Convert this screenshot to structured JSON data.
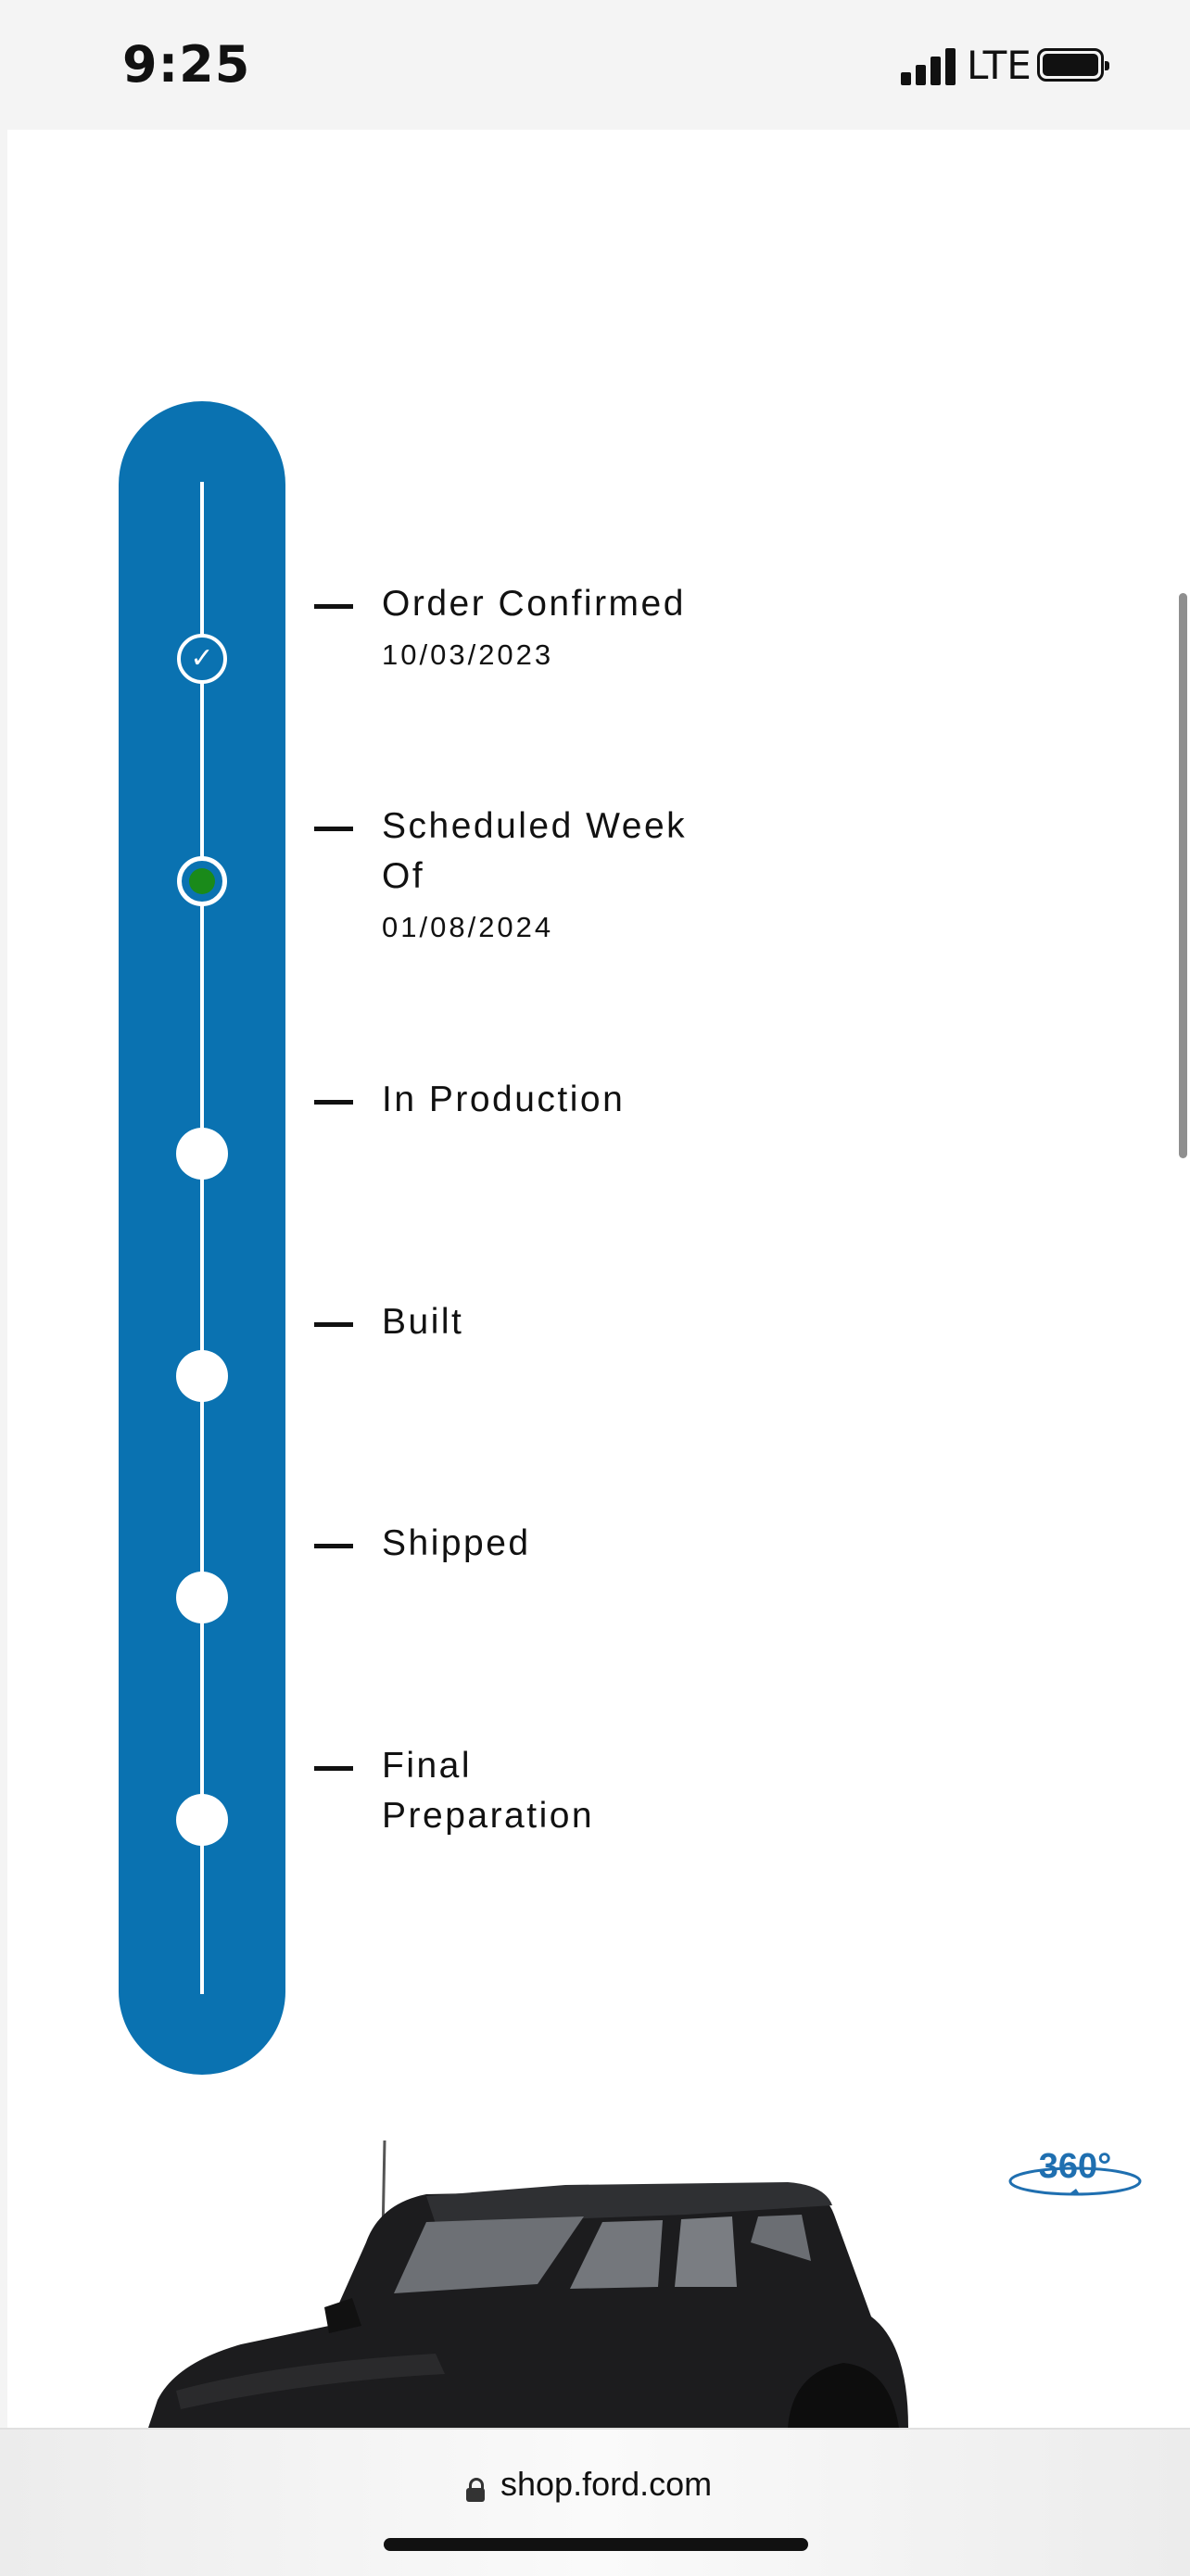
{
  "status_bar": {
    "time": "9:25",
    "network": "LTE"
  },
  "tracker": {
    "accent_color": "#0a72b1",
    "current_dot_color": "#1a8a1a",
    "stages": [
      {
        "label": "Order Confirmed",
        "date": "10/03/2023",
        "state": "completed"
      },
      {
        "label": "Scheduled Week Of",
        "date": "01/08/2024",
        "state": "current"
      },
      {
        "label": "In Production",
        "state": "pending"
      },
      {
        "label": "Built",
        "state": "pending"
      },
      {
        "label": "Shipped",
        "state": "pending"
      },
      {
        "label": "Final Preparation",
        "state": "pending"
      }
    ],
    "check_glyph": "✓"
  },
  "vehicle": {
    "view_badge": "360°",
    "icon": "vehicle-image"
  },
  "browser": {
    "url": "shop.ford.com",
    "icon": "lock-icon"
  }
}
